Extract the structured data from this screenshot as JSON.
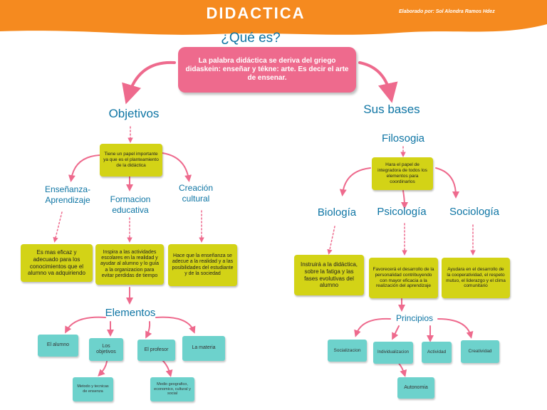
{
  "header": {
    "title": "DIDACTICA",
    "author": "Elaborado por: Sol Alondra Ramos Hdez"
  },
  "root": {
    "question": "¿Qué es?",
    "definition": "La palabra didáctica se deriva del griego didaskein: enseñar y tékne: arte. Es decir el arte de ensenar."
  },
  "objetivos": {
    "title": "Objetivos",
    "description": "Tiene un papel importante ya que es el planteamiento de la didáctica",
    "branches": [
      {
        "label": "Enseñanza-Aprendizaje",
        "text": "Es mas eficaz y adecuado para los conocimientos que el alumno va adquiriendo"
      },
      {
        "label": "Formacion educativa",
        "text": "Inspira a las actividades escolares en la realidad y ayudar al alumno y lo guía a la organizacion para evitar perdidas de tiempo"
      },
      {
        "label": "Creación cultural",
        "text": "Hace que la enseñanza se adecue a la realidad y a las posibilidades del estudiante y de la sociedad"
      }
    ]
  },
  "elementos": {
    "title": "Elementos",
    "items": [
      "El alumno",
      "Los objetivos",
      "El profesor",
      "La materia"
    ],
    "subitems": [
      "Metodo y tecnicas de ensenza",
      "Medio geografico, economico, cultural y social"
    ]
  },
  "bases": {
    "title": "Sus bases",
    "filosofia": {
      "title": "Filosogia",
      "text": "Hara el papel de integradora de todos los elementos para coordinarlos"
    },
    "branches": [
      {
        "label": "Biología",
        "text": "Instruirá a la didáctica, sobre la fatiga y las fases evolutivas del alumno"
      },
      {
        "label": "Psicología",
        "text": "Favorecerá el desarrollo de la personalidad contribuyendo con mayor eficacia a la realización del aprendizaje"
      },
      {
        "label": "Sociología",
        "text": "Ayudara en el desarrollo de la cooperatividad, el respeto mutuo, el liderazgo y el clima comunitario"
      }
    ]
  },
  "principios": {
    "title": "Principios",
    "items": [
      "Socializacion",
      "Individualizacion",
      "Actividad",
      "Creatividad"
    ],
    "subitem": "Autonomia"
  },
  "colors": {
    "banner": "#f58a1f",
    "pink": "#ee6a8d",
    "heading": "#0e75a4",
    "yellow_box": "#d3d316",
    "teal_box": "#6dd2cc"
  }
}
